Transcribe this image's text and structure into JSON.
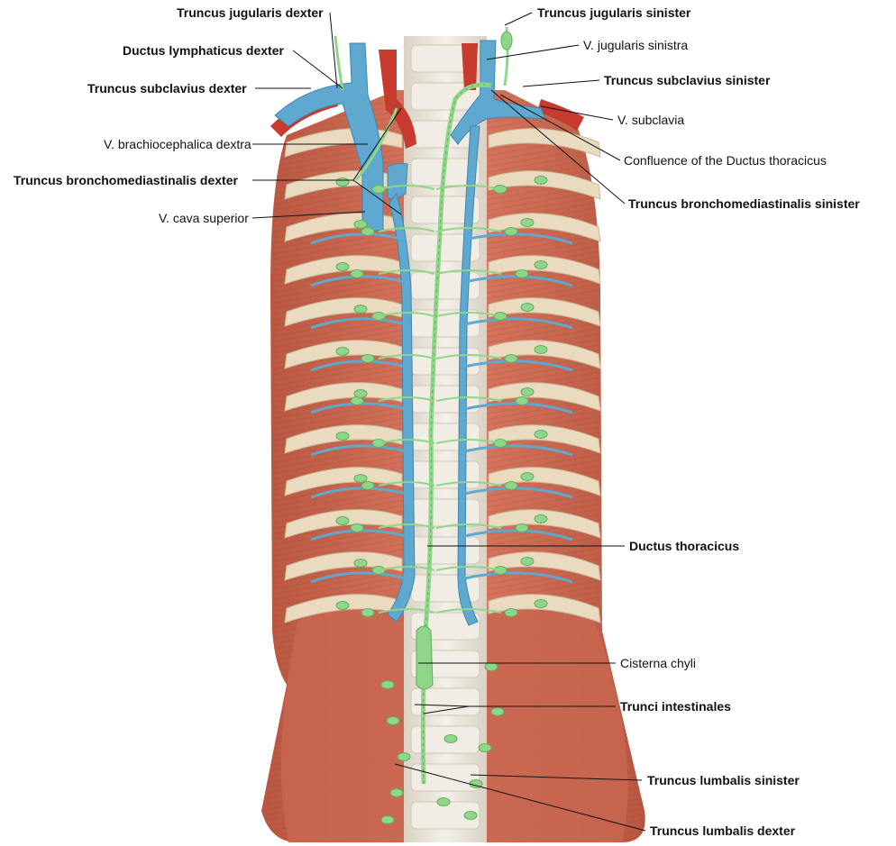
{
  "labels": {
    "truncus_jugularis_dexter": "Truncus jugularis dexter",
    "ductus_lymphaticus_dexter": "Ductus lymphaticus dexter",
    "truncus_subclavius_dexter": "Truncus subclavius dexter",
    "v_brachiocephalica_dextra": "V. brachiocephalica dextra",
    "truncus_bronchomediastinalis_dexter": "Truncus bronchomediastinalis dexter",
    "v_cava_superior": "V. cava superior",
    "truncus_jugularis_sinister": "Truncus jugularis sinister",
    "v_jugularis_sinistra": "V. jugularis sinistra",
    "truncus_subclavius_sinister": "Truncus subclavius sinister",
    "v_subclavia": "V. subclavia",
    "confluence_ductus_thoracicus": "Confluence of the Ductus thoracicus",
    "truncus_bronchomediastinalis_sinister": "Truncus bronchomediastinalis sinister",
    "ductus_thoracicus": "Ductus thoracicus",
    "cisterna_chyli": "Cisterna chyli",
    "trunci_intestinales": "Trunci intestinales",
    "truncus_lumbalis_sinister": "Truncus lumbalis sinister",
    "truncus_lumbalis_dexter": "Truncus lumbalis dexter"
  },
  "colors": {
    "muscle": "#c8644e",
    "muscle_dark": "#a84a38",
    "rib": "#eadbc0",
    "vein": "#5fa8cf",
    "vein_dark": "#3f86b0",
    "artery": "#c73a2e",
    "lymph": "#8fd68a",
    "lymph_dark": "#5fae5b",
    "spine": "#e7e2d8"
  }
}
